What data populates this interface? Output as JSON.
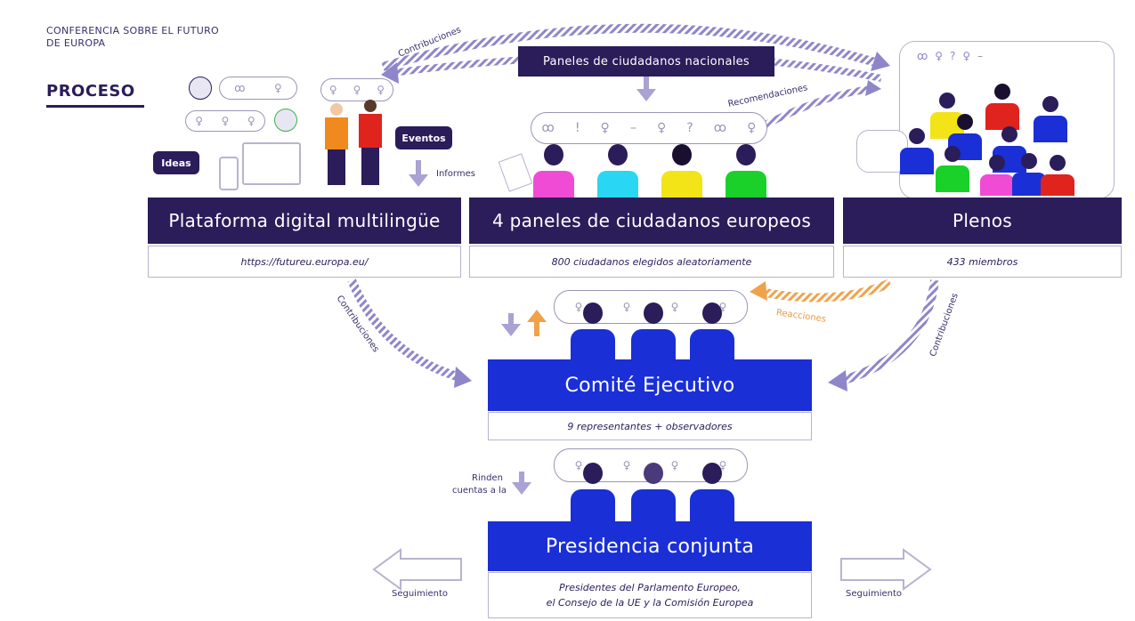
{
  "header": {
    "line1": "CONFERENCIA SOBRE EL FUTURO",
    "line2": "DE EUROPA",
    "proceso": "PROCESO"
  },
  "top_banner": {
    "label": "Paneles de ciudadanos nacionales"
  },
  "arrow_labels": {
    "contribuciones_top": "Contribuciones",
    "recomendaciones": "Recomendaciones",
    "informes": "Informes",
    "contribuciones_left": "Contribuciones",
    "contribuciones_right": "Contribuciones",
    "reacciones": "Reacciones",
    "rinden": "Rinden",
    "cuentas": "cuentas a la",
    "seguimiento_left": "Seguimiento",
    "seguimiento_right": "Seguimiento"
  },
  "pills": {
    "ideas": "Ideas",
    "eventos": "Eventos"
  },
  "boxes": {
    "plataforma": {
      "title": "Plataforma digital multilingüe",
      "sub": "https://futureu.europa.eu/"
    },
    "paneles": {
      "title": "4 paneles de ciudadanos europeos",
      "sub": "800 ciudadanos elegidos aleatoriamente"
    },
    "plenos": {
      "title": "Plenos",
      "sub": "433 miembros"
    },
    "comite": {
      "title": "Comité Ejecutivo",
      "sub": "9 representantes + observadores"
    },
    "presidencia": {
      "title": "Presidencia conjunta",
      "sub1": "Presidentes del Parlamento Europeo,",
      "sub2": "el Consejo de la UE y la Comisión Europea"
    }
  },
  "colors": {
    "dark_purple": "#2b1c5a",
    "blue": "#1a2fd6",
    "arrow_lilac": "#8f86c9",
    "arrow_orange": "#f0a24a"
  },
  "icons": [
    "lightbulb-icon",
    "question-icon",
    "speech-bubble-icon",
    "laptop-icon",
    "phone-icon",
    "person-icon"
  ]
}
